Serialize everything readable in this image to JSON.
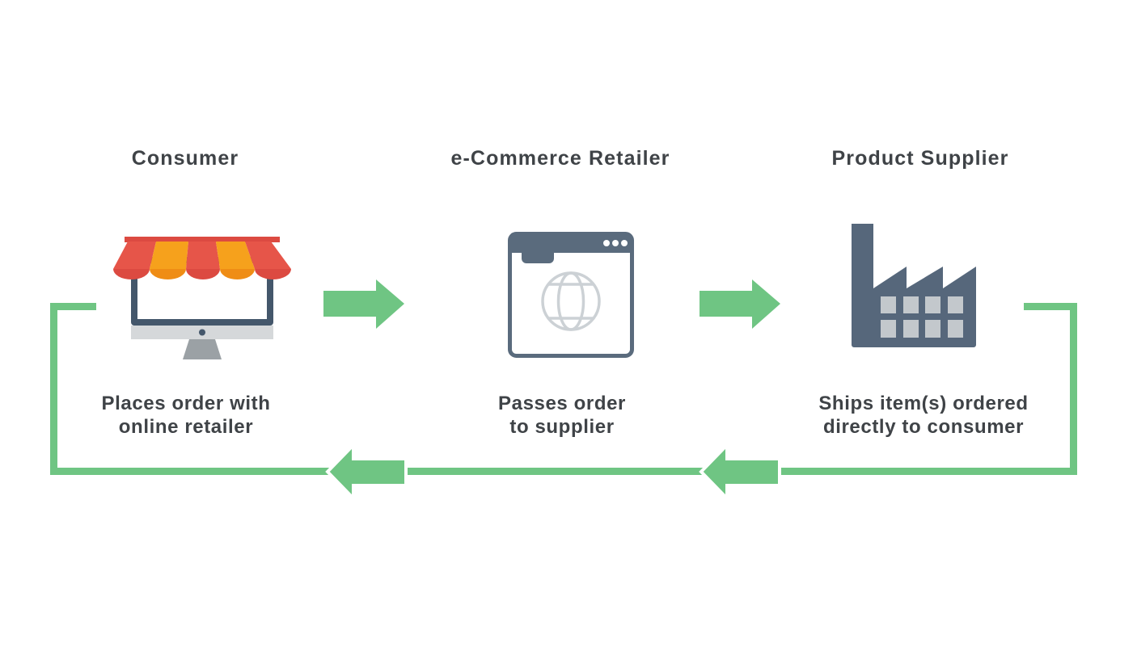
{
  "diagram": {
    "background": "#ffffff",
    "colors": {
      "green": "#6fc583",
      "text": "#3f4347",
      "slate_dark": "#44576b",
      "slate": "#56677b",
      "slate_header": "#5a6b7d",
      "globe_gray": "#ccd1d5",
      "window_gray": "#c3c8cc",
      "bezel_gray": "#d5d8da",
      "stand_gray": "#9ba1a5",
      "awning_red": "#e65549",
      "awning_red_dark": "#dc4a41",
      "awning_orange": "#f6a11c",
      "awning_orange_dark": "#ef8d15"
    },
    "nodes": [
      {
        "title": "Consumer",
        "icon": "storefront-monitor-icon",
        "caption": [
          "Places order with",
          "online retailer"
        ]
      },
      {
        "title": "e-Commerce Retailer",
        "icon": "browser-globe-icon",
        "caption": [
          "Passes order",
          "to supplier"
        ]
      },
      {
        "title": "Product Supplier",
        "icon": "factory-icon",
        "caption": [
          "Ships item(s) ordered",
          "directly to consumer"
        ]
      }
    ],
    "flow": {
      "forward_arrow_count": 2,
      "return_arrow_count": 2,
      "direction": "loop"
    }
  }
}
